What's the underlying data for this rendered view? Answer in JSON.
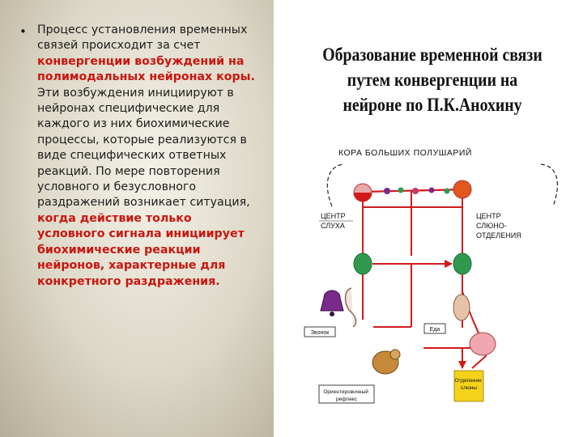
{
  "slide": {
    "bullet": "•",
    "text_segments": [
      {
        "text": "Процесс установления временных связей происходит за счет ",
        "highlight": false
      },
      {
        "text": "конвергенции возбуждений на полимодальных нейронах коры.",
        "highlight": true
      },
      {
        "text": " Эти возбуждения инициируют в нейронах специфические для каждого из них биохимические процессы, которые реализуются в виде специфических ответных реакций. По мере повторения условного и безусловного раздражений возникает ситуация, ",
        "highlight": false
      },
      {
        "text": "когда действие только условного сигнала инициирует биохимические реакции нейронов, характерные для конкретного раздражения.",
        "highlight": true
      }
    ]
  },
  "diagram": {
    "title": "Образование временной связи путем конвергенции на нейроне по П.К.Анохину",
    "cortex_label": "КОРА БОЛЬШИХ ПОЛУШАРИЙ",
    "left_center_label": [
      "ЦЕНТР",
      "СЛУХА"
    ],
    "right_center_label": [
      "ЦЕНТР",
      "СЛЮНО-",
      "ОТДЕЛЕНИЯ"
    ],
    "sound_label": "Звонок",
    "food_label": "Еда",
    "saliva_label": [
      "Отделение",
      "слюны"
    ],
    "reflex_label": [
      "Ориентировочный",
      "рефлекс"
    ]
  },
  "colors": {
    "highlight": "#c8160f",
    "pathway": "#d11a1a",
    "neuron_green": "#2f9a4e",
    "neuron_orange": "#e2581c",
    "saliva_yellow": "#f4d21a"
  }
}
